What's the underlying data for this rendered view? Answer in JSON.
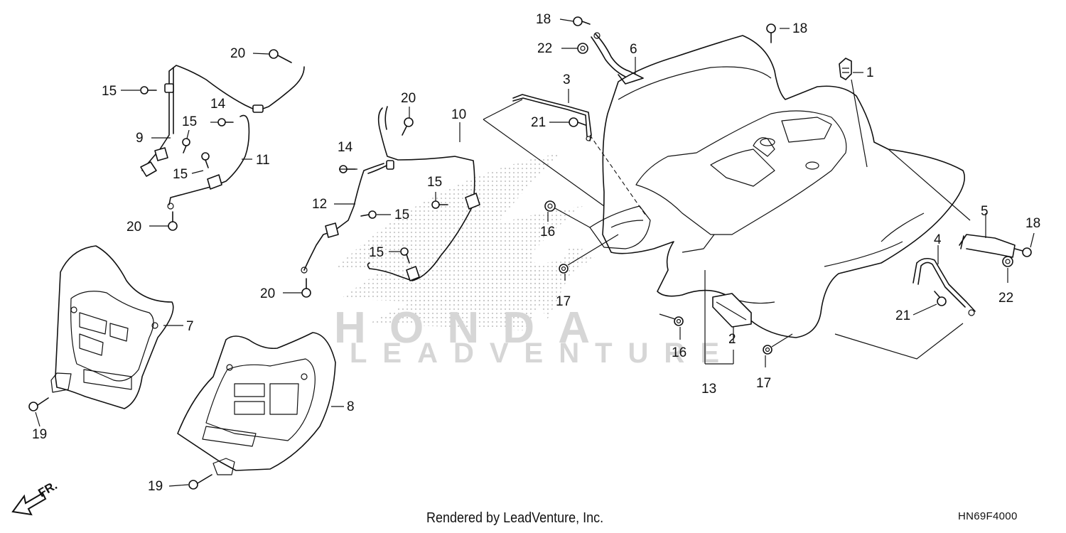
{
  "diagram": {
    "callouts": {
      "c1": "1",
      "c2": "2",
      "c3": "3",
      "c4": "4",
      "c5": "5",
      "c6": "6",
      "c7": "7",
      "c8": "8",
      "c9": "9",
      "c10": "10",
      "c11": "11",
      "c12": "12",
      "c13": "13",
      "c14a": "14",
      "c14b": "14",
      "c15a": "15",
      "c15b": "15",
      "c15c": "15",
      "c15d": "15",
      "c15e": "15",
      "c15f": "15",
      "c16a": "16",
      "c16b": "16",
      "c17a": "17",
      "c17b": "17",
      "c18a": "18",
      "c18b": "18",
      "c18c": "18",
      "c19a": "19",
      "c19b": "19",
      "c20a": "20",
      "c20b": "20",
      "c20c": "20",
      "c20d": "20",
      "c21a": "21",
      "c21b": "21",
      "c22a": "22",
      "c22b": "22"
    },
    "front_marker": "FR.",
    "watermark": {
      "brand": "HONDA",
      "dealer": "LEADVENTURE"
    }
  },
  "footer": {
    "rendered_by": "Rendered by LeadVenture, Inc.",
    "reference_code": "HN69F4000"
  },
  "colors": {
    "ink": "#111111",
    "paper": "#ffffff",
    "watermark": "#d6d6d6"
  }
}
